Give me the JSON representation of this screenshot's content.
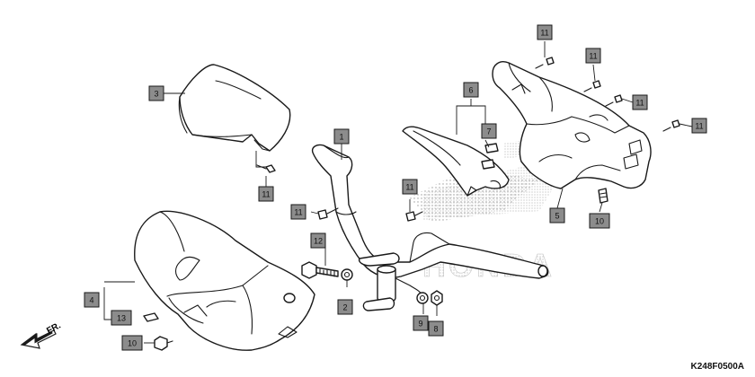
{
  "diagram": {
    "code": "K248F0500A",
    "direction_label": "FR.",
    "watermark": "HONDA",
    "callouts": [
      "1",
      "2",
      "3",
      "4",
      "5",
      "6",
      "7",
      "8",
      "9",
      "10",
      "10",
      "11",
      "11",
      "11",
      "11",
      "11",
      "11",
      "11",
      "12",
      "13"
    ],
    "parts": [
      {
        "id": "1",
        "part": "handlebar"
      },
      {
        "id": "2",
        "part": "collar"
      },
      {
        "id": "3",
        "part": "headlight-top-cover"
      },
      {
        "id": "4",
        "part": "front-handlebar-cover"
      },
      {
        "id": "5",
        "part": "rear-handlebar-cover"
      },
      {
        "id": "6",
        "part": "center-cover"
      },
      {
        "id": "7",
        "part": "clip"
      },
      {
        "id": "8",
        "part": "nut"
      },
      {
        "id": "9",
        "part": "collar"
      },
      {
        "id": "10",
        "part": "bolt"
      },
      {
        "id": "11",
        "part": "screw"
      },
      {
        "id": "12",
        "part": "bolt"
      },
      {
        "id": "13",
        "part": "clip"
      }
    ]
  }
}
